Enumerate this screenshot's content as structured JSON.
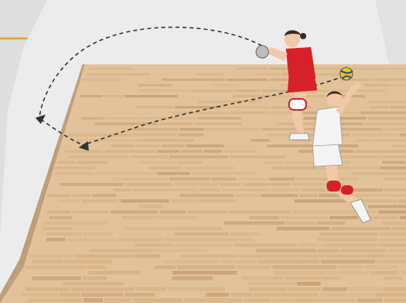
{
  "scene": {
    "colors": {
      "room_wall": "#ececec",
      "room_wall_shadow": "#d6d6d6",
      "floor_light": "#e2c29a",
      "floor_mid": "#d4ad7f",
      "floor_dark": "#c0966a",
      "floor_edge": "#9a7a5c",
      "accent_line": "#f0a020",
      "trajectory": "#333333",
      "jersey_red": "#d8202a",
      "jersey_white": "#f4f4f4",
      "skin": "#f2c9a8",
      "hair": "#3a2a22",
      "ball_yellow": "#f0c419",
      "ball_blue": "#2a4a9a"
    },
    "objects": [
      "indoor-court-corner",
      "wooden-parquet-floor",
      "passing-player-red-jersey",
      "spiking-player-white-jersey",
      "volleyball",
      "dashed-ball-trajectory",
      "trajectory-arrowheads"
    ]
  }
}
